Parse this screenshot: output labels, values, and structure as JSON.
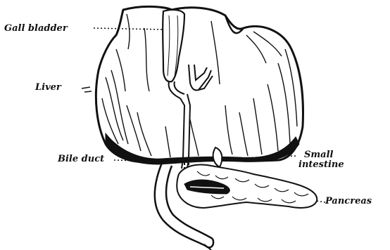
{
  "diagram": {
    "labels": {
      "gall_bladder": "Gall bladder",
      "liver": "Liver",
      "bile_duct": "Bile duct",
      "small_intestine_line1": "Small",
      "small_intestine_line2": "intestine",
      "pancreas": "Pancreas"
    },
    "colors": {
      "ink": "#111111",
      "paper": "#ffffff"
    }
  }
}
